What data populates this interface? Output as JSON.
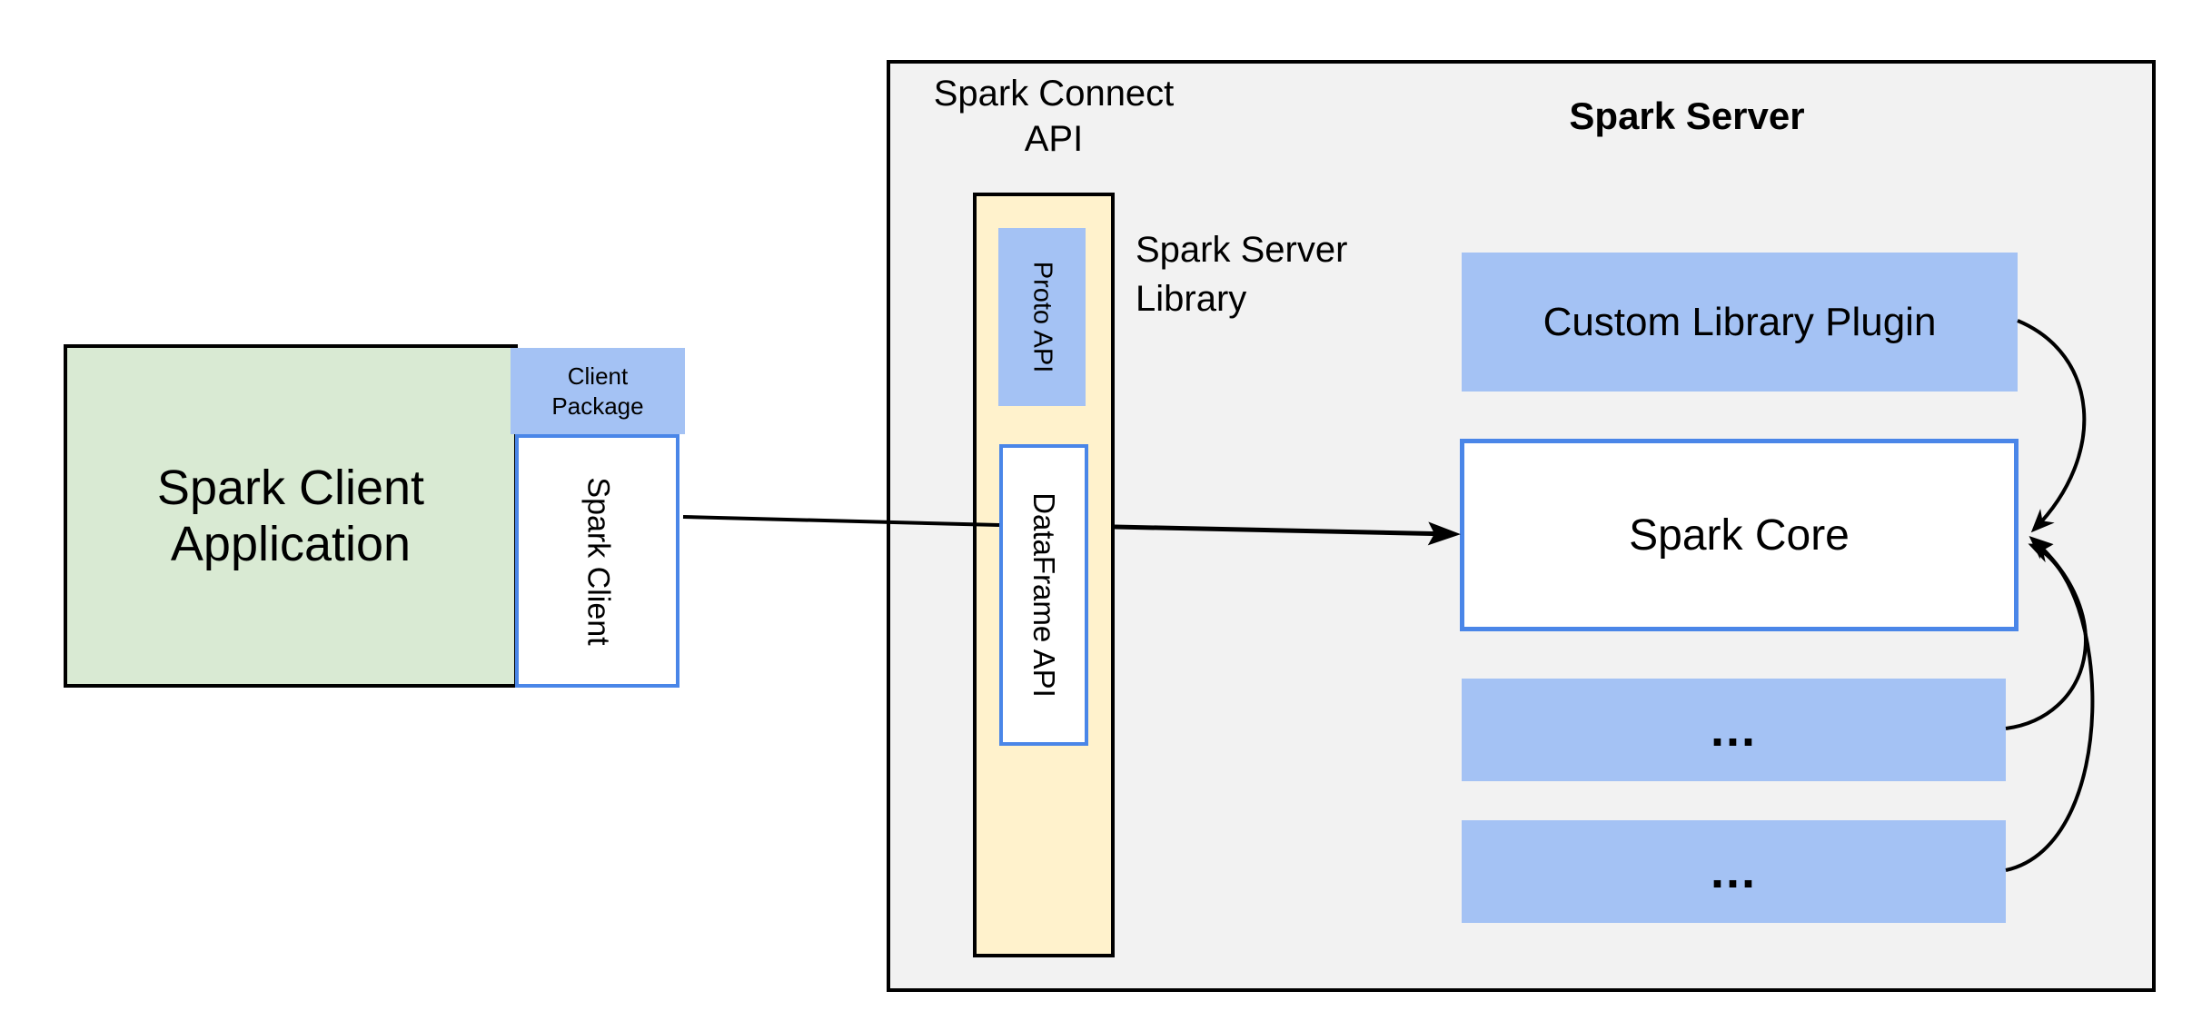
{
  "diagram": {
    "client": {
      "app_label_line1": "Spark Client",
      "app_label_line2": "Application",
      "package_label_line1": "Client",
      "package_label_line2": "Package",
      "spark_client_label": "Spark Client"
    },
    "connect_api": {
      "title_line1": "Spark Connect",
      "title_line2": "API",
      "proto_api_label": "Proto API",
      "dataframe_api_label": "DataFrame API",
      "server_library_line1": "Spark Server",
      "server_library_line2": "Library"
    },
    "server": {
      "title": "Spark Server",
      "plugin_label": "Custom Library Plugin",
      "core_label": "Spark Core",
      "item1_label": "...",
      "item2_label": "..."
    },
    "colors": {
      "client_app_fill": "#d9ead3",
      "package_fill": "#a4c2f4",
      "connect_api_fill": "#fff2cc",
      "server_container_fill": "#f2f2f2",
      "blue_border": "#4a86e8",
      "outline": "#000000"
    }
  }
}
